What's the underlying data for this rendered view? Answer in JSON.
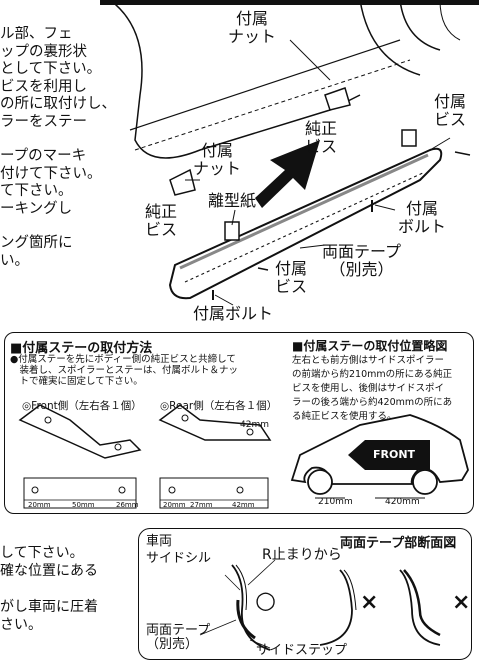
{
  "top_left_lines": [
    "ル部、フェ",
    "ップの裏形状",
    "として下さい。",
    "ビスを利用し",
    "の所に取付けし、",
    "ラーをステー",
    "",
    "ープのマーキ",
    "付けて下さい。",
    "て下さい。",
    "ーキングし",
    "",
    "ング箇所に",
    "い。"
  ],
  "callouts": {
    "nut_top": "付属\nナット",
    "screw_right": "付属\nビス",
    "genuine_screw_mid": "純正\nビス",
    "nut_mid": "付属\nナット",
    "genuine_screw_left": "純正\nビス",
    "release_paper": "離型紙",
    "bolt_right": "付属\nボルト",
    "tape": "両面テープ\n（別売）",
    "screw_low": "付属\nビス",
    "bolt_bottom": "付属ボルト"
  },
  "stay_method": {
    "title": "■付属ステーの取付方法",
    "desc": "●付属ステーを先にボディー側の純正ビスと共締して\n　装着し、スポイラーとステーは、付属ボルト＆ナッ\n　トで確実に固定して下さい。",
    "front_label": "◎Front側（左右各１個）",
    "rear_label": "◎Rear側（左右各１個）",
    "rear_dim": "42mm",
    "front_dims": [
      "20mm",
      "50mm",
      "26mm"
    ],
    "rear_dims": [
      "20mm",
      "27mm",
      "42mm"
    ]
  },
  "stay_position": {
    "title": "■付属ステーの取付位置略図",
    "desc": "左右とも前方側はサイドスポイラー\nの前端から約210mmの所にある純正\nビスを使用し、後側はサイドスポイ\nラーの後ろ端から約420mmの所にあ\nる純正ビスを使用する。",
    "front_arrow": "FRONT",
    "dim_front": "210mm",
    "dim_rear": "420mm"
  },
  "bottom_left_lines": [
    "して下さい。",
    "確な位置にある",
    "",
    "がし車両に圧着",
    "さい。"
  ],
  "tape_section": {
    "title": "両面テープ部断面図",
    "vehicle": "車両",
    "side_sill": "サイドシル",
    "r_stop": "R止まりから",
    "tape": "両面テープ\n（別売）",
    "side_step": "サイドステップ",
    "ok_mark": "○",
    "ng_mark": "×"
  }
}
